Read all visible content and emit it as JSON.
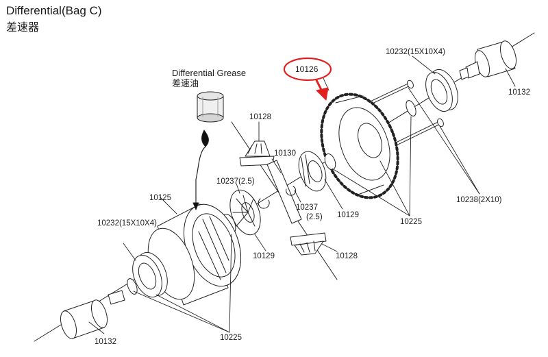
{
  "header": {
    "title": "Differential(Bag C)",
    "subtitle": "差速器"
  },
  "grease": {
    "label": "Differential Grease",
    "label_cn": "差速油"
  },
  "parts": {
    "p10126": "10126",
    "p10232_top": "10232(15X10X4)",
    "p10132_top": "10132",
    "p10128_top": "10128",
    "p10130": "10130",
    "p10237_left": "10237(2.5)",
    "p10125": "10125",
    "p10232_left": "10232(15X10X4)",
    "p10237_right_a": "10237",
    "p10237_right_b": "(2.5)",
    "p10129_right": "10129",
    "p10129_left": "10129",
    "p10128_bottom": "10128",
    "p10225_right": "10225",
    "p10238": "10238(2X10)",
    "p10225_bottom": "10225",
    "p10132_bottom": "10132"
  },
  "colors": {
    "line": "#222222",
    "highlight": "#e02020",
    "grease_drop": "#111111"
  }
}
